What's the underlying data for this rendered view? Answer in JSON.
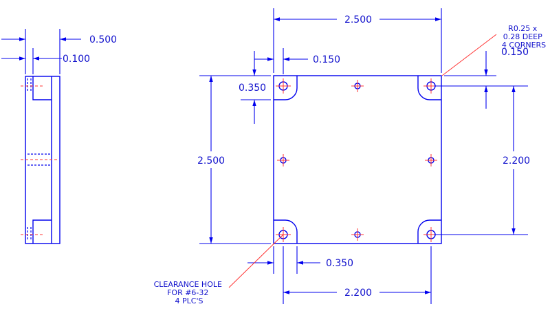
{
  "dimensions": {
    "top_width": "2.500",
    "thickness": "0.500",
    "lip": "0.100",
    "edge_offset_left": "0.150",
    "edge_offset_top": "0.350",
    "corner_offset_right": "0.150",
    "height": "2.500",
    "hole_spacing_vertical": "2.200",
    "hole_offset_bottom": "0.350",
    "hole_spacing_horizontal": "2.200"
  },
  "notes": {
    "corner_note": [
      "R0.25 x",
      "0.28 DEEP",
      "4 CORNERS"
    ],
    "hole_note": [
      "CLEARANCE HOLE",
      "FOR #6-32",
      "4 PLC'S"
    ]
  },
  "colors": {
    "line": "#0000ee",
    "centerline": "#ff3333",
    "background": "#ffffff"
  }
}
